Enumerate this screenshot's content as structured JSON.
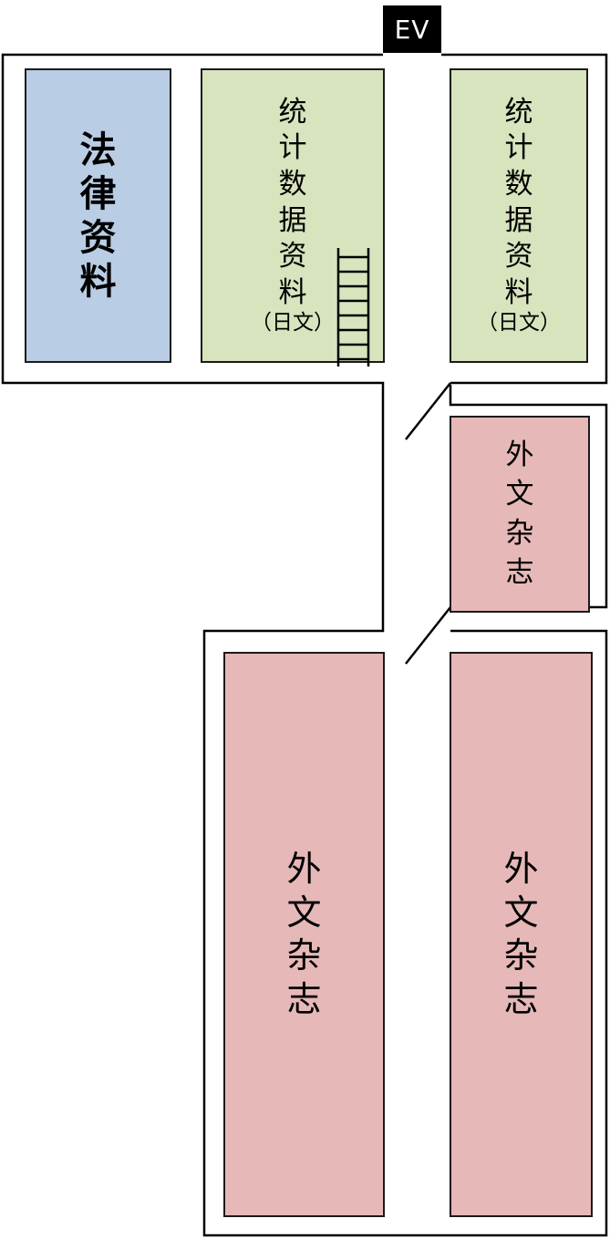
{
  "ev_label": "EV",
  "colors": {
    "law": "#b9cde5",
    "stats": "#d7e4bd",
    "foreign": "#e6b9b8",
    "wall": "#000000"
  },
  "shelves": {
    "law": {
      "chars": [
        "法",
        "律",
        "资",
        "料"
      ]
    },
    "stats_left": {
      "chars": [
        "统",
        "计",
        "数",
        "据",
        "资",
        "料"
      ],
      "sub": "（日文）"
    },
    "stats_right": {
      "chars": [
        "统",
        "计",
        "数",
        "据",
        "资",
        "料"
      ],
      "sub": "（日文）"
    },
    "foreign_small": {
      "chars": [
        "外",
        "文",
        "杂",
        "志"
      ]
    },
    "foreign_left": {
      "chars": [
        "外",
        "文",
        "杂",
        "志"
      ]
    },
    "foreign_right": {
      "chars": [
        "外",
        "文",
        "杂",
        "志"
      ]
    }
  }
}
